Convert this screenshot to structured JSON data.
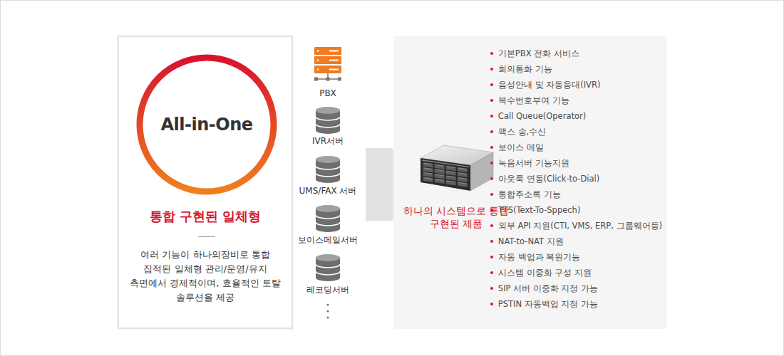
{
  "diagram": {
    "nodes": [
      {
        "text": [
          "통합 구현된 일체형",
          "여러 기능이 하나의장비로 통합 집적된 일체형 관리/운영/유지 측면에서 경제적이며, 효율적인 토탈 솔루션을 제공"
        ]
      },
      {
        "text": [
          "All-in-One"
        ],
        "in": 0
      },
      {
        "text": [
          "하나의 시스템으로 통합 구현된 제품",
          "기본PBX 전화 서비스",
          "회의통화 기능",
          "음성안내 및 자동응대(IVR)",
          "복수번호부여 기능",
          "Call Queue(Operator)",
          "팩스 송,수신",
          "보이스 메일",
          "녹음서버 기능지원",
          "아웃룩 연동(Click-to-Dial)",
          "통합주소록 기능",
          "TTS(Text-To-Sppech)",
          "외부 API 지원(CTI, VMS, ERP, 그룹웨어등)",
          "NAT-to-NAT 지원",
          "자동 백업과 복원기능",
          "시스템 이중화 구성 지원",
          "SIP 서버 이중화 지정 가능",
          "PSTIN 자동백업 지정 가능"
        ]
      }
    ],
    "labels": [
      "PBX",
      "IVR서버",
      "UMS/FAX 서버",
      "보이스메일서버",
      "레코딩서버"
    ]
  }
}
